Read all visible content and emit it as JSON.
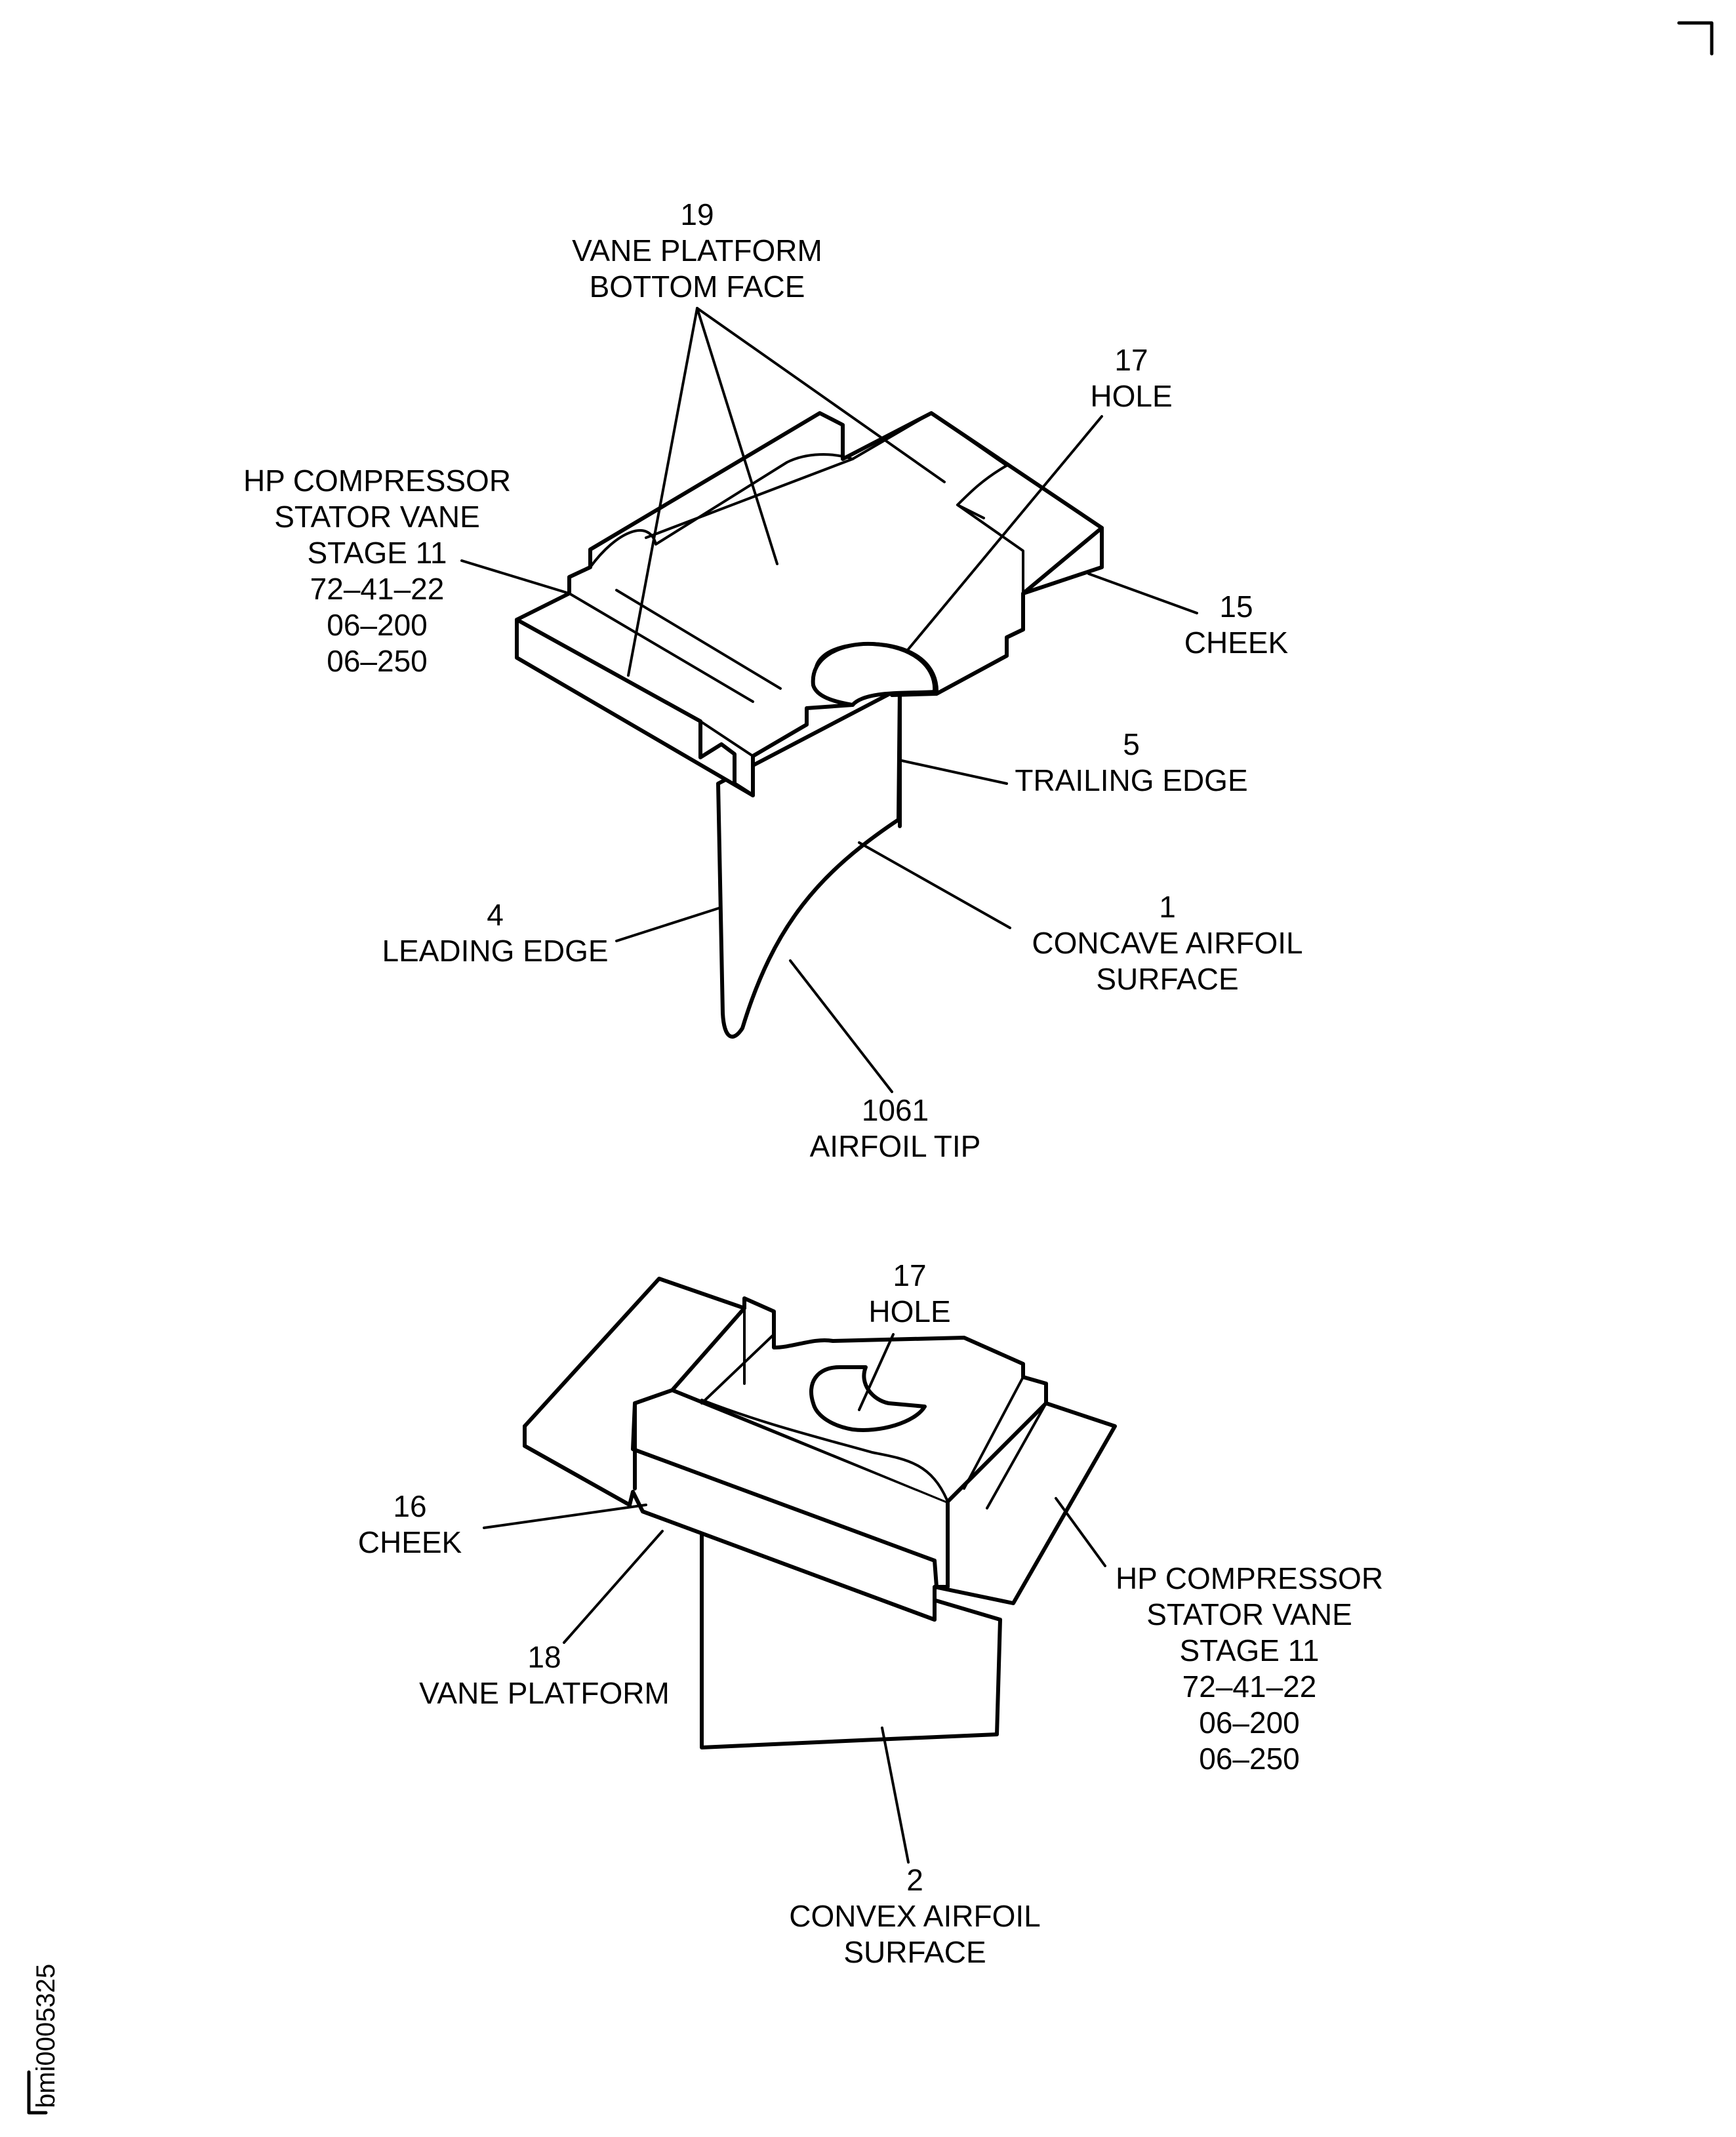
{
  "top_view": {
    "vane_platform_bottom_face": {
      "number": "19",
      "lines": [
        "VANE PLATFORM",
        "BOTTOM FACE"
      ]
    },
    "hole": {
      "number": "17",
      "lines": [
        "HOLE"
      ]
    },
    "part": {
      "lines": [
        "HP COMPRESSOR",
        "STATOR VANE",
        "STAGE 11",
        "72–41–22",
        "06–200",
        "06–250"
      ]
    },
    "cheek": {
      "number": "15",
      "lines": [
        "CHEEK"
      ]
    },
    "trailing_edge": {
      "number": "5",
      "lines": [
        "TRAILING EDGE"
      ]
    },
    "leading_edge": {
      "number": "4",
      "lines": [
        "LEADING EDGE"
      ]
    },
    "concave_airfoil_surface": {
      "number": "1",
      "lines": [
        "CONCAVE AIRFOIL",
        "SURFACE"
      ]
    },
    "airfoil_tip": {
      "number": "1061",
      "lines": [
        "AIRFOIL TIP"
      ]
    }
  },
  "bottom_view": {
    "hole": {
      "number": "17",
      "lines": [
        "HOLE"
      ]
    },
    "cheek": {
      "number": "16",
      "lines": [
        "CHEEK"
      ]
    },
    "vane_platform": {
      "number": "18",
      "lines": [
        "VANE PLATFORM"
      ]
    },
    "part": {
      "lines": [
        "HP COMPRESSOR",
        "STATOR VANE",
        "STAGE 11",
        "72–41–22",
        "06–200",
        "06–250"
      ]
    },
    "convex_airfoil_surface": {
      "number": "2",
      "lines": [
        "CONVEX AIRFOIL",
        "SURFACE"
      ]
    }
  },
  "figure_id": "bmi0005325"
}
